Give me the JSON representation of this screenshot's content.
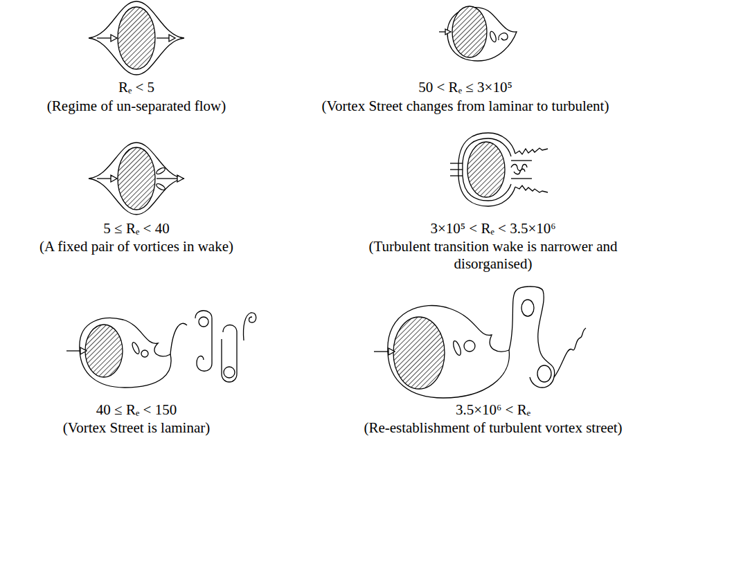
{
  "diagram": {
    "labels": [
      "Rₑ < 5",
      "(Regime of un-separated flow)",
      "50 < Rₑ ≤ 3×10⁵",
      "(Vortex Street changes from laminar to turbulent)",
      "5 ≤ Rₑ < 40",
      "(A fixed pair of vortices in wake)",
      "3×10⁵ < Rₑ < 3.5×10⁶",
      "(Turbulent transition wake is narrower and disorganised)",
      "40 ≤ Rₑ < 150",
      "(Vortex Street is laminar)",
      "3.5×10⁶ < Rₑ",
      "(Re-establishment of turbulent vortex street)"
    ]
  }
}
